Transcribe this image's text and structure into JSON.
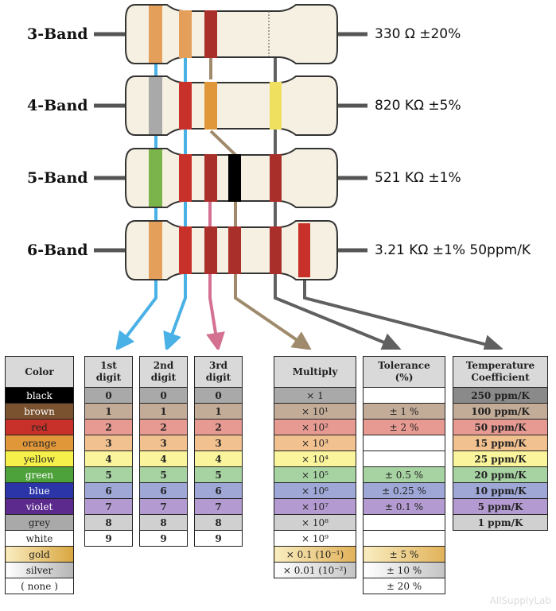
{
  "resistors": [
    {
      "label": "3-Band",
      "value": "330 Ω ±20%"
    },
    {
      "label": "4-Band",
      "value": "820 KΩ ±5%"
    },
    {
      "label": "5-Band",
      "value": "521 KΩ ±1%"
    },
    {
      "label": "6-Band",
      "value": "3.21 KΩ ±1% 50ppm/K"
    }
  ],
  "band_colors": {
    "black": "#000000",
    "brown": "#7a5230",
    "red": "#c8312a",
    "orange": "#e0973a",
    "yellow": "#f6f04a",
    "green": "#7bb44a",
    "blue": "#2b35a8",
    "violet": "#5b2a8c",
    "grey": "#a9a9a9",
    "white": "#ffffff",
    "gold": "#d9a640",
    "silver": "#c9c9c9",
    "darkred": "#a92f2b",
    "orange_light": "#e4a05a"
  },
  "leader_colors": {
    "digit1": "#4ab1e6",
    "digit2": "#4ab1e6",
    "digit3": "#d47090",
    "multiply": "#a08a6c",
    "tolerance": "#606060",
    "tempco": "#606060"
  },
  "headers": {
    "color": "Color",
    "d1a": "1st",
    "d1b": "digit",
    "d2a": "2nd",
    "d2b": "digit",
    "d3a": "3rd",
    "d3b": "digit",
    "mult": "Multiply",
    "tola": "Tolerance",
    "tolb": "(%)",
    "tca": "Temperature",
    "tcb": "Coefficient"
  },
  "rows": [
    {
      "name": "black",
      "bg": "#000000",
      "fg": "#ffffff",
      "digit": "0",
      "digit_bg": "#a9a9a9",
      "mult": "× 1",
      "tol": "",
      "tol_bg": "#ffffff",
      "tc": "250 ppm/K",
      "tc_bg": "#8a8a8a"
    },
    {
      "name": "brown",
      "bg": "#7a5230",
      "fg": "#ffffff",
      "digit": "1",
      "digit_bg": "#c2ab97",
      "mult": "× 10¹",
      "tol": "± 1 %",
      "tol_bg": "#c2ab97",
      "tc": "100 ppm/K",
      "tc_bg": "#c2ab97"
    },
    {
      "name": "red",
      "bg": "#c8312a",
      "fg": "#222222",
      "digit": "2",
      "digit_bg": "#e69a92",
      "mult": "× 10²",
      "tol": "± 2 %",
      "tol_bg": "#e69a92",
      "tc": "50 ppm/K",
      "tc_bg": "#e69a92"
    },
    {
      "name": "orange",
      "bg": "#e0973a",
      "fg": "#222222",
      "digit": "3",
      "digit_bg": "#f1c190",
      "mult": "× 10³",
      "tol": "",
      "tol_bg": "#ffffff",
      "tc": "15 ppm/K",
      "tc_bg": "#f1c190"
    },
    {
      "name": "yellow",
      "bg": "#f6f04a",
      "fg": "#222222",
      "digit": "4",
      "digit_bg": "#faf59c",
      "mult": "× 10⁴",
      "tol": "",
      "tol_bg": "#ffffff",
      "tc": "25 ppm/K",
      "tc_bg": "#faf59c"
    },
    {
      "name": "green",
      "bg": "#4ea23c",
      "fg": "#ffffff",
      "digit": "5",
      "digit_bg": "#a7d3a2",
      "mult": "× 10⁵",
      "tol": "± 0.5 %",
      "tol_bg": "#a7d3a2",
      "tc": "20 ppm/K",
      "tc_bg": "#a7d3a2"
    },
    {
      "name": "blue",
      "bg": "#2b35a8",
      "fg": "#ffffff",
      "digit": "6",
      "digit_bg": "#9ea7d6",
      "mult": "× 10⁶",
      "tol": "± 0.25 %",
      "tol_bg": "#9ea7d6",
      "tc": "10 ppm/K",
      "tc_bg": "#9ea7d6"
    },
    {
      "name": "violet",
      "bg": "#5b2a8c",
      "fg": "#ffffff",
      "digit": "7",
      "digit_bg": "#b39ad0",
      "mult": "× 10⁷",
      "tol": "± 0.1 %",
      "tol_bg": "#b39ad0",
      "tc": "5 ppm/K",
      "tc_bg": "#b39ad0"
    },
    {
      "name": "grey",
      "bg": "#a9a9a9",
      "fg": "#222222",
      "digit": "8",
      "digit_bg": "#d0d0d0",
      "mult": "× 10⁸",
      "tol": "",
      "tol_bg": "#ffffff",
      "tc": "1 ppm/K",
      "tc_bg": "#d0d0d0"
    },
    {
      "name": "white",
      "bg": "#ffffff",
      "fg": "#222222",
      "digit": "9",
      "digit_bg": "#ffffff",
      "mult": "× 10⁹",
      "tol": "",
      "tol_bg": "#ffffff",
      "tc": null
    },
    {
      "name": "gold",
      "bg": "linear-gradient(90deg,#f9edc0,#d9a640)",
      "fg": "#222222",
      "digit": null,
      "mult": "× 0.1 (10⁻¹)",
      "mult_bg": "linear-gradient(90deg,#f9edc0,#e1b25a)",
      "tol": "± 5 %",
      "tol_bg": "linear-gradient(90deg,#f9edc0,#e1b25a)",
      "tc": null
    },
    {
      "name": "silver",
      "bg": "linear-gradient(90deg,#ffffff,#b5b5b5)",
      "fg": "#222222",
      "digit": null,
      "mult": "× 0.01 (10⁻²)",
      "mult_bg": "linear-gradient(90deg,#ffffff,#c4c4c4)",
      "tol": "± 10 %",
      "tol_bg": "linear-gradient(90deg,#ffffff,#c4c4c4)",
      "tc": null
    },
    {
      "name": "( none )",
      "bg": "#ffffff",
      "fg": "#222222",
      "digit": null,
      "mult": null,
      "tol": "± 20 %",
      "tol_bg": "#ffffff",
      "tc": null
    }
  ],
  "watermark": "AllSupplyLab"
}
